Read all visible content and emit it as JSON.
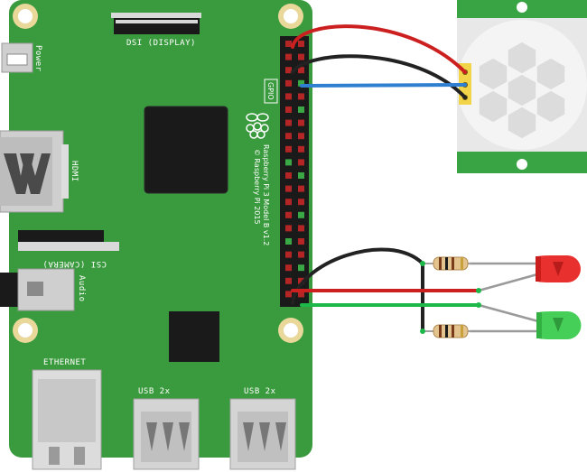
{
  "board": {
    "name": "Raspberry Pi 3 Model B v1.2",
    "copyright": "© Raspberry Pi 2015",
    "labels": {
      "power": "Power",
      "dsi": "DSI (DISPLAY)",
      "hdmi": "HDMI",
      "csi": "CSI (CAMERA)",
      "audio": "Audio",
      "gpio": "GPIO",
      "ethernet": "ETHERNET",
      "usb1": "USB 2x",
      "usb2": "USB 2x"
    }
  },
  "components": {
    "pir_sensor": "pir-motion-sensor",
    "led_red": "red-led",
    "led_green": "green-led",
    "resistors": 2
  },
  "wire_colors": {
    "red": "#cc1f1f",
    "black": "#222222",
    "blue": "#2f7fd1",
    "green": "#1db84a"
  },
  "colors": {
    "pcb": "#3a9a3e",
    "pcb_dark": "#2f8234",
    "pir_pcb": "#38a443",
    "led_red": "#e8312f",
    "led_green": "#46cf58"
  }
}
